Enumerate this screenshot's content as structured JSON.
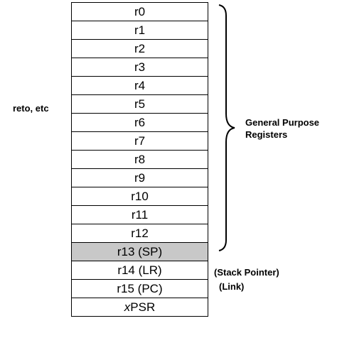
{
  "registers": [
    {
      "label": "r0"
    },
    {
      "label": "r1"
    },
    {
      "label": "r2"
    },
    {
      "label": "r3"
    },
    {
      "label": "r4"
    },
    {
      "label": "r5"
    },
    {
      "label": "r6"
    },
    {
      "label": "r7"
    },
    {
      "label": "r8"
    },
    {
      "label": "r9"
    },
    {
      "label": "r10"
    },
    {
      "label": "r11"
    },
    {
      "label": "r12"
    },
    {
      "label": "r13 (SP)",
      "shaded": true
    },
    {
      "label": "r14 (LR)"
    },
    {
      "label": "r15 (PC)"
    },
    {
      "label_prefix": "x",
      "label_rest": "PSR"
    }
  ],
  "annotations": {
    "group_label_line1": "General Purpose",
    "group_label_line2": "Registers",
    "sp_note": "(Stack Pointer)",
    "lr_note": "(Link)",
    "left_fragment": "reto, etc"
  },
  "colors": {
    "shaded_register": "#c8c8c8",
    "border": "#000000"
  }
}
